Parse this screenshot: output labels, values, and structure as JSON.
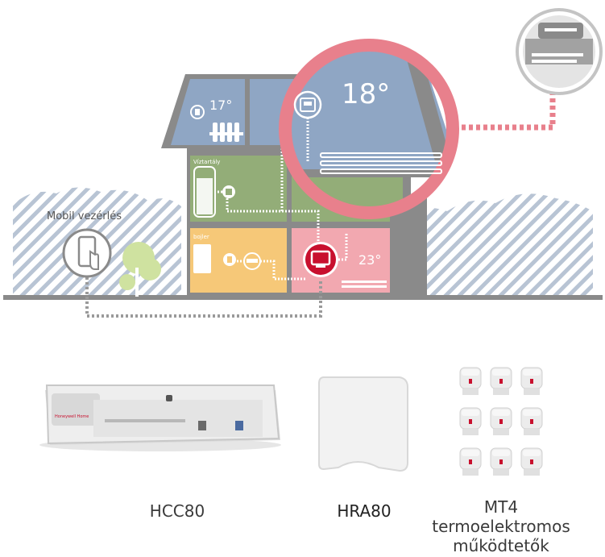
{
  "scene": {
    "mobile_label": "Mobil vezérlés",
    "room_top_left_temp": "17°",
    "room_living_temp": "18°",
    "room_bottom_right_temp": "23°",
    "water_tank_label": "Víztartály",
    "boiler_label": "bojler"
  },
  "products": {
    "hcc80": {
      "label": "HCC80",
      "brand_text": "Honeywell Home"
    },
    "hra80": {
      "label": "HRA80"
    },
    "mt4": {
      "label_line1": "MT4",
      "label_line2": "termoelektromos",
      "label_line3": "működtetők"
    }
  },
  "colors": {
    "accent_pink": "#e8808c",
    "roof_blue": "#8fa6c4",
    "room_green": "#93ad78",
    "room_orange": "#f6c878",
    "room_pink": "#f2a8b0",
    "hatch_grey": "#b8c0cc",
    "ground_grey": "#8a8a8a",
    "red_device": "#c8102e"
  }
}
